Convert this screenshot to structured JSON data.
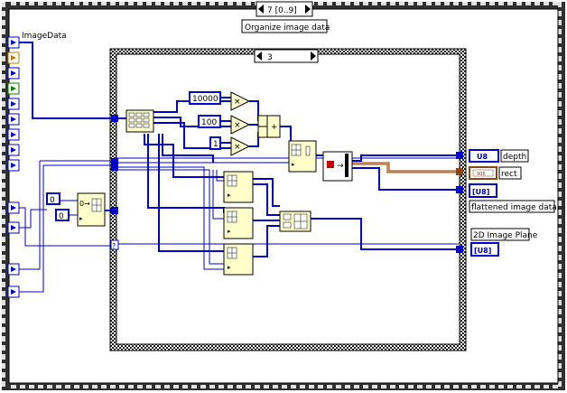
{
  "outer_sequence": {
    "frame_selector": "7 [0..9]",
    "frame_label": "Organize image data"
  },
  "inner_case": {
    "selector": "3"
  },
  "inputs": {
    "image_data_label": "ImageData"
  },
  "constants": {
    "mult_10000": "10000",
    "mult_100": "100",
    "mult_1": "1",
    "zero_a": "0",
    "zero_b": "0"
  },
  "outputs": {
    "depth_label": "depth",
    "depth_type": "U8",
    "rect_label": "rect",
    "flat_label": "flattened image data",
    "flat_type": "[U8]",
    "plane_label": "2D Image Plane",
    "plane_type": "[U8]"
  },
  "colors": {
    "wire_blue": "#0000c8",
    "wire_brown": "#8b4513",
    "wire_orange": "#d2691e",
    "node_fill": "#ffffcc",
    "border_gray": "#808080"
  }
}
